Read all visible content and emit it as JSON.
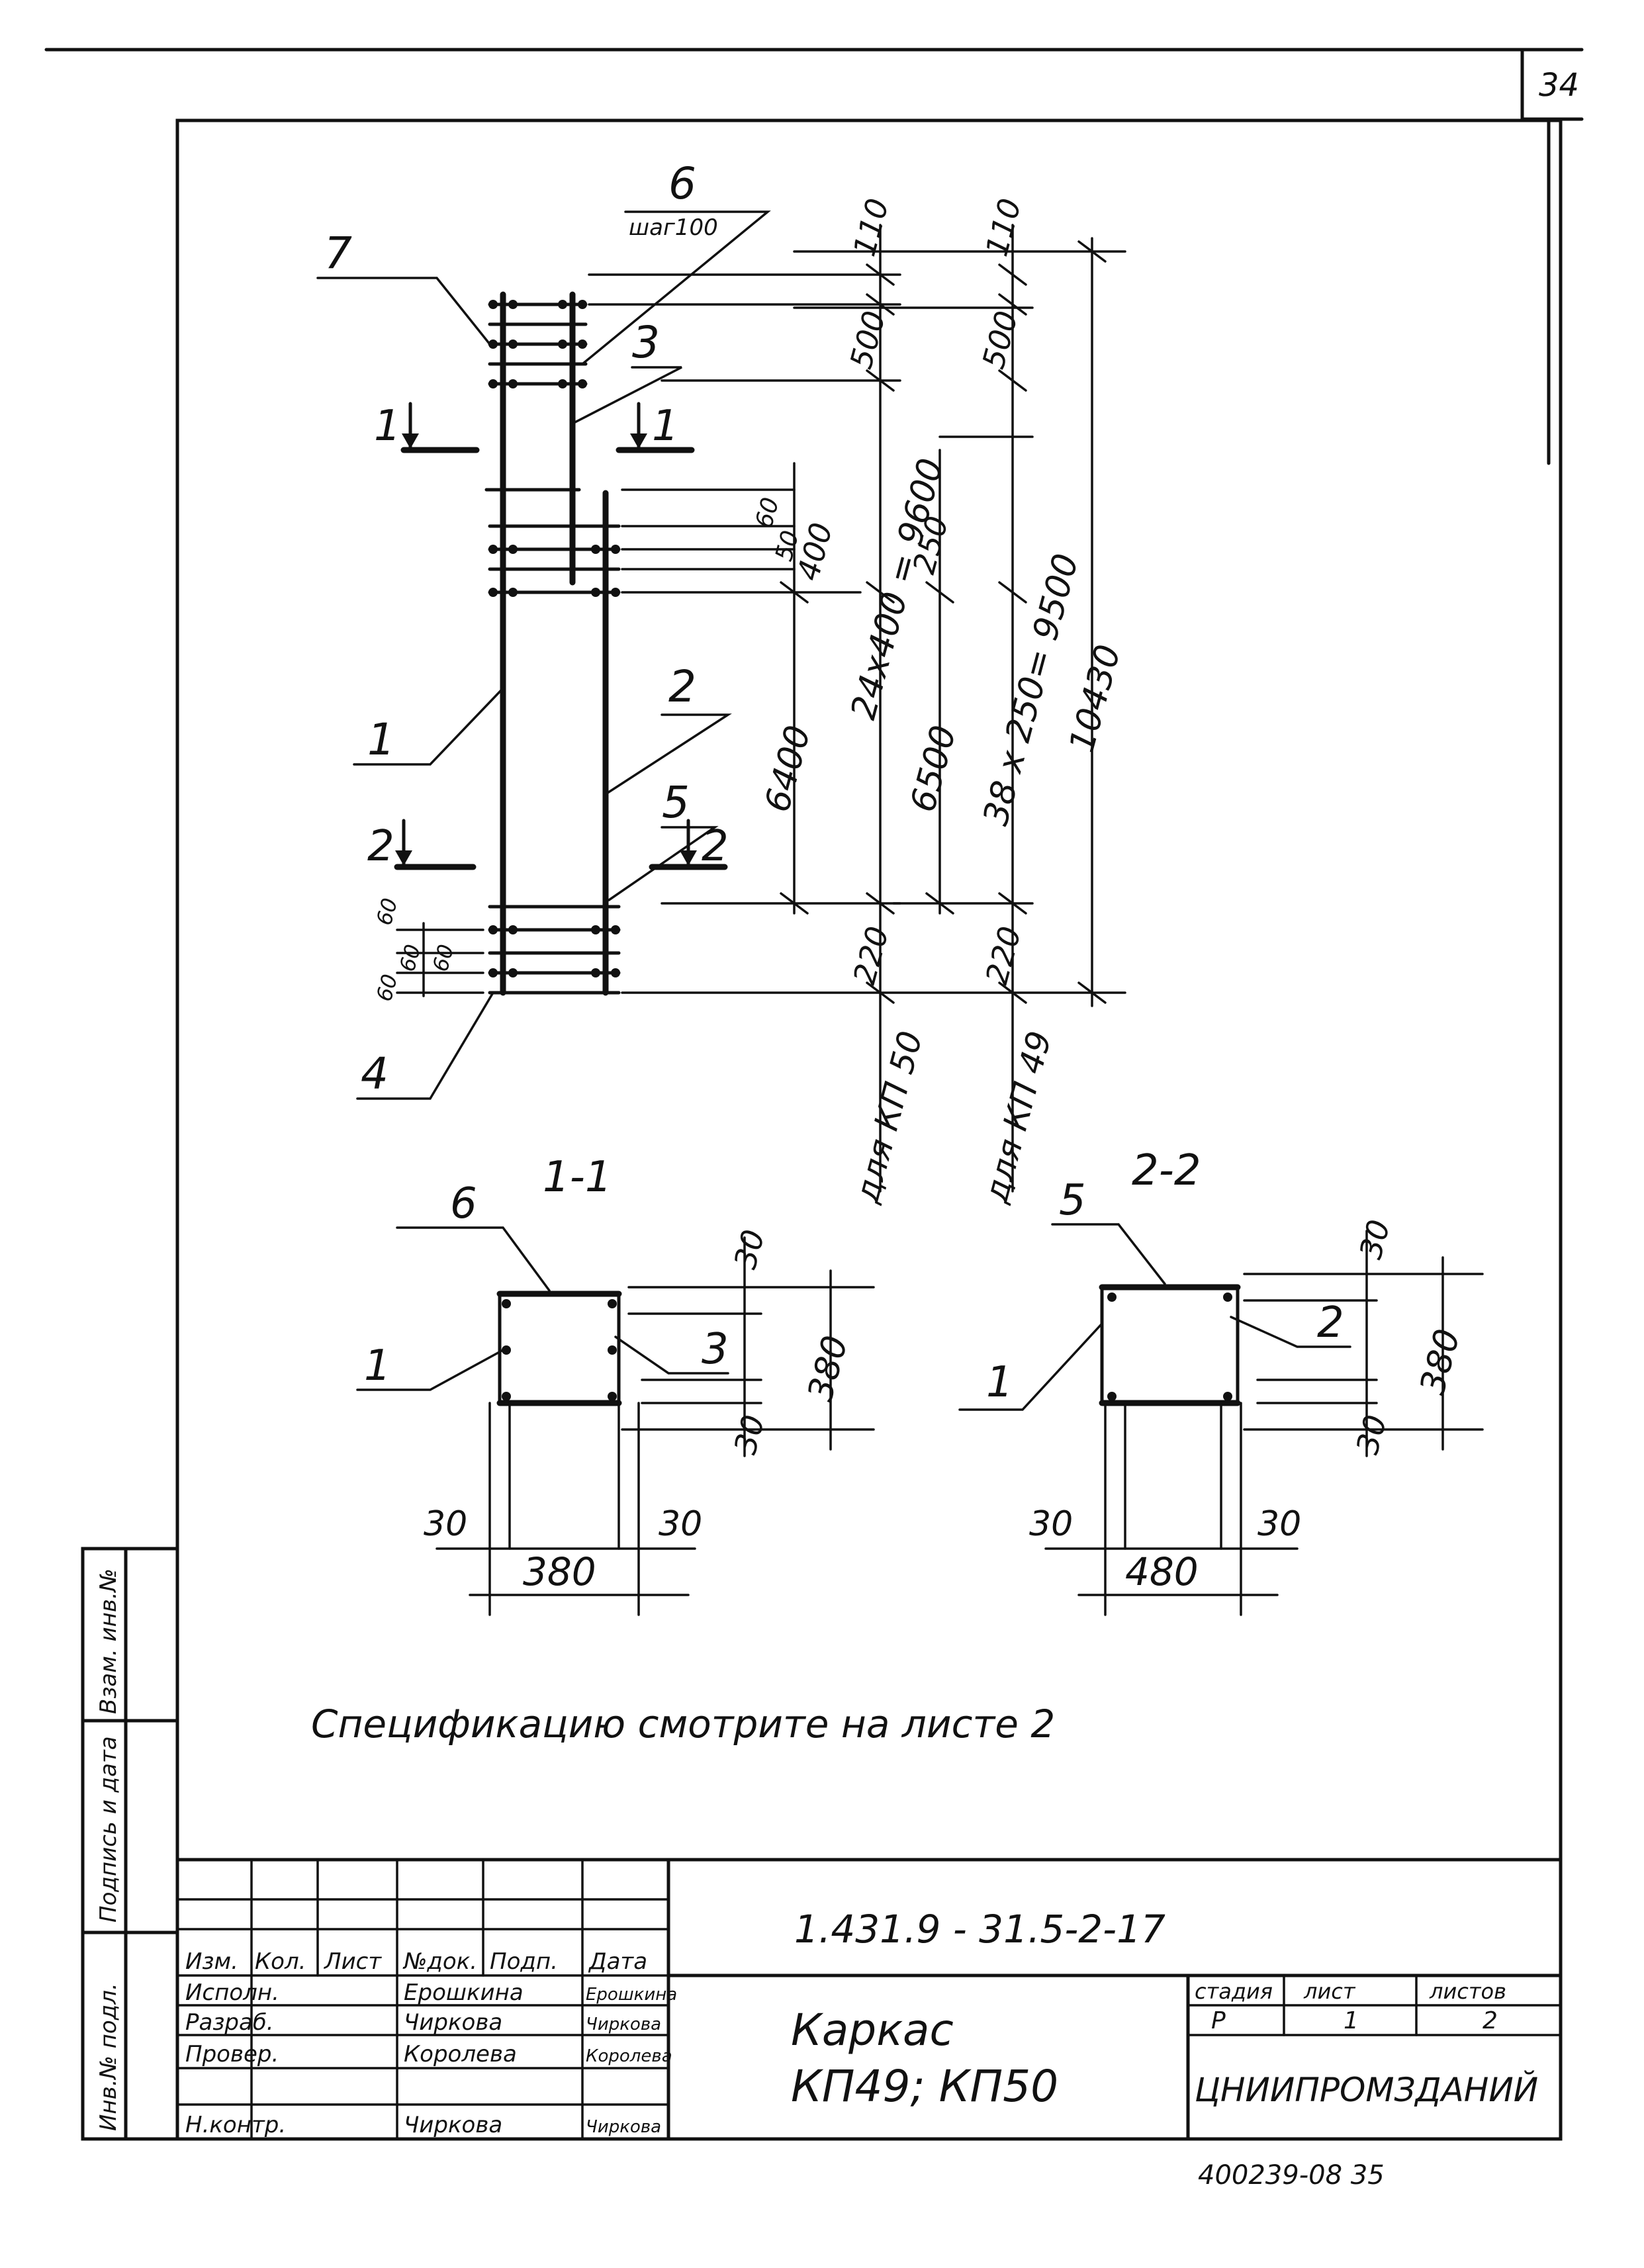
{
  "sheet": {
    "page_number": "34",
    "bottom_code": "400239-08  35",
    "spec_note": "Спецификацию смотрите на листе 2"
  },
  "side_stamp": {
    "cells": [
      "Инв.№ подл.",
      "Подпись и дата",
      "Взам. инв.№"
    ]
  },
  "title_block": {
    "code": "1.431.9 - 31.5-2-17",
    "title_line1": "Каркас",
    "title_line2": "КП49; КП50",
    "organization": "ЦНИИПРОМЗДАНИЙ",
    "stage_header": "стадия",
    "sheet_header": "лист",
    "sheets_header": "листов",
    "stage_value": "Р",
    "sheet_value": "1",
    "sheets_value": "2",
    "columns": [
      "Изм.",
      "Кол.",
      "Лист",
      "№док.",
      "Подп.",
      "Дата"
    ],
    "rows": [
      {
        "role": "Исполн.",
        "name": "Ерошкина",
        "sign": "Ерошкина"
      },
      {
        "role": "Разраб.",
        "name": "Чиркова",
        "sign": "Чиркова"
      },
      {
        "role": "Провер.",
        "name": "Королева",
        "sign": "Королева"
      },
      {
        "role": "",
        "name": "",
        "sign": ""
      },
      {
        "role": "Н.контр.",
        "name": "Чиркова",
        "sign": "Чиркова"
      }
    ]
  },
  "drawing": {
    "callouts": {
      "c1": "1",
      "c2": "2",
      "c3": "3",
      "c4": "4",
      "c5": "5",
      "c6": "6",
      "c7": "7",
      "step": "шаг100"
    },
    "section_marks": {
      "s1": "1",
      "s2": "2"
    },
    "dims_left_bottom": [
      "60",
      "60",
      "60",
      "60"
    ],
    "dims_column_a": {
      "d110": "110",
      "d500": "500",
      "d60": "60",
      "d50": "50",
      "d400": "400",
      "d_24x400": "24x400 = 9600",
      "d6400": "6400",
      "d220": "220",
      "label": "для КП 50"
    },
    "dims_column_b": {
      "d110": "110",
      "d500": "500",
      "d250": "250",
      "d_38x250": "38 x 250= 9500",
      "d6500": "6500",
      "d220": "220",
      "label": "для КП 49"
    },
    "overall_dim": "10430",
    "section_1": {
      "title": "1-1",
      "callout_top": "6",
      "callout_left": "1",
      "callout_right": "3",
      "dim_top": "30",
      "dim_height": "380",
      "dim_bot": "30",
      "dim_left": "30",
      "dim_right": "30",
      "dim_width": "380"
    },
    "section_2": {
      "title": "2-2",
      "callout_top": "5",
      "callout_left": "1",
      "callout_right": "2",
      "dim_top": "30",
      "dim_height": "380",
      "dim_bot": "30",
      "dim_left": "30",
      "dim_right": "30",
      "dim_width": "480"
    }
  }
}
